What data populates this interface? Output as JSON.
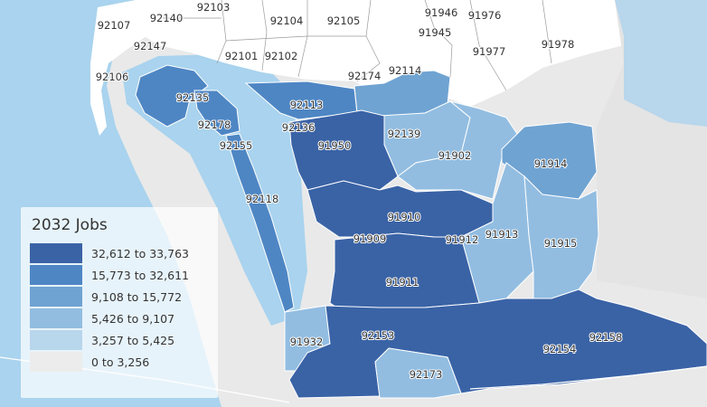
{
  "legend": {
    "title": "2032 Jobs",
    "classes": [
      {
        "label": "32,612 to 33,763",
        "color": "#3a63a6"
      },
      {
        "label": "15,773 to 32,611",
        "color": "#4e86c4"
      },
      {
        "label": "9,108 to 15,772",
        "color": "#6fa3d2"
      },
      {
        "label": "5,426 to 9,107",
        "color": "#92bde1"
      },
      {
        "label": "3,257 to 5,425",
        "color": "#b8d6ec"
      },
      {
        "label": "0 to 3,256",
        "color": "#ececec"
      }
    ]
  },
  "zip_labels": {
    "z92107": "92107",
    "z92140": "92140",
    "z92103": "92103",
    "z92104": "92104",
    "z92105": "92105",
    "z91946": "91946",
    "z91976": "91976",
    "z91945": "91945",
    "z91978": "91978",
    "z91977": "91977",
    "z92147": "92147",
    "z92106": "92106",
    "z92101": "92101",
    "z92102": "92102",
    "z92174": "92174",
    "z92114": "92114",
    "z92135": "92135",
    "z92113": "92113",
    "z92178": "92178",
    "z92136": "92136",
    "z92139": "92139",
    "z92155": "92155",
    "z91950": "91950",
    "z91902": "91902",
    "z91914": "91914",
    "z92118": "92118",
    "z91910": "91910",
    "z91909": "91909",
    "z91912": "91912",
    "z91913": "91913",
    "z91915": "91915",
    "z91911": "91911",
    "z91932": "91932",
    "z92153": "92153",
    "z92154": "92154",
    "z92158": "92158",
    "z92173": "92173"
  },
  "colors": {
    "water": "#a9d3ee",
    "land": "#e8e8e8",
    "boundary": "#ffffff"
  }
}
